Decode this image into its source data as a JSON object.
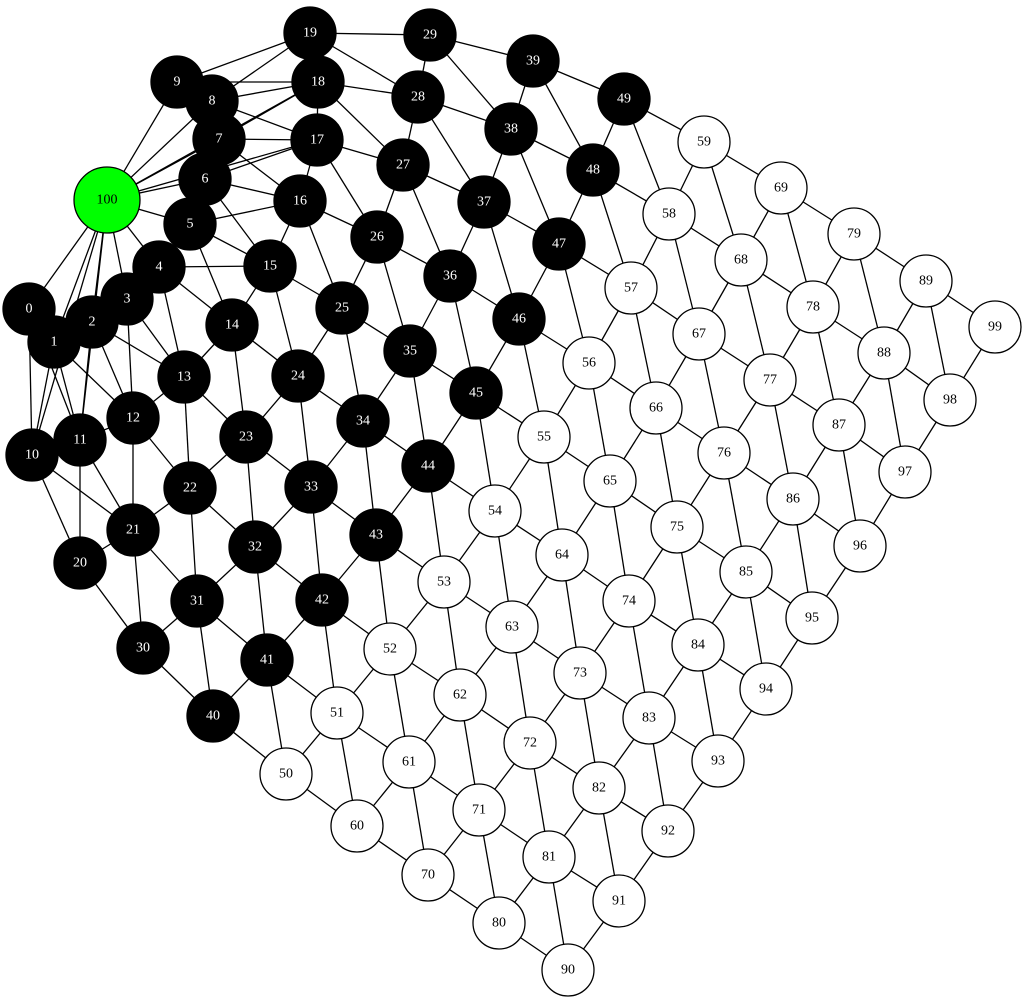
{
  "graph": {
    "colors": {
      "black": "#000000",
      "white": "#ffffff",
      "highlight": "#00ff00"
    },
    "nodes": [
      {
        "id": "0",
        "fill": "black"
      },
      {
        "id": "1",
        "fill": "black"
      },
      {
        "id": "2",
        "fill": "black"
      },
      {
        "id": "3",
        "fill": "black"
      },
      {
        "id": "4",
        "fill": "black"
      },
      {
        "id": "5",
        "fill": "black"
      },
      {
        "id": "6",
        "fill": "black"
      },
      {
        "id": "7",
        "fill": "black"
      },
      {
        "id": "8",
        "fill": "black"
      },
      {
        "id": "9",
        "fill": "black"
      },
      {
        "id": "10",
        "fill": "black"
      },
      {
        "id": "11",
        "fill": "black"
      },
      {
        "id": "12",
        "fill": "black"
      },
      {
        "id": "13",
        "fill": "black"
      },
      {
        "id": "14",
        "fill": "black"
      },
      {
        "id": "15",
        "fill": "black"
      },
      {
        "id": "16",
        "fill": "black"
      },
      {
        "id": "17",
        "fill": "black"
      },
      {
        "id": "18",
        "fill": "black"
      },
      {
        "id": "19",
        "fill": "black"
      },
      {
        "id": "20",
        "fill": "black"
      },
      {
        "id": "21",
        "fill": "black"
      },
      {
        "id": "22",
        "fill": "black"
      },
      {
        "id": "23",
        "fill": "black"
      },
      {
        "id": "24",
        "fill": "black"
      },
      {
        "id": "25",
        "fill": "black"
      },
      {
        "id": "26",
        "fill": "black"
      },
      {
        "id": "27",
        "fill": "black"
      },
      {
        "id": "28",
        "fill": "black"
      },
      {
        "id": "29",
        "fill": "black"
      },
      {
        "id": "30",
        "fill": "black"
      },
      {
        "id": "31",
        "fill": "black"
      },
      {
        "id": "32",
        "fill": "black"
      },
      {
        "id": "33",
        "fill": "black"
      },
      {
        "id": "34",
        "fill": "black"
      },
      {
        "id": "35",
        "fill": "black"
      },
      {
        "id": "36",
        "fill": "black"
      },
      {
        "id": "37",
        "fill": "black"
      },
      {
        "id": "38",
        "fill": "black"
      },
      {
        "id": "39",
        "fill": "black"
      },
      {
        "id": "40",
        "fill": "black"
      },
      {
        "id": "41",
        "fill": "black"
      },
      {
        "id": "42",
        "fill": "black"
      },
      {
        "id": "43",
        "fill": "black"
      },
      {
        "id": "44",
        "fill": "black"
      },
      {
        "id": "45",
        "fill": "black"
      },
      {
        "id": "46",
        "fill": "black"
      },
      {
        "id": "47",
        "fill": "black"
      },
      {
        "id": "48",
        "fill": "black"
      },
      {
        "id": "49",
        "fill": "black"
      },
      {
        "id": "50",
        "fill": "white"
      },
      {
        "id": "51",
        "fill": "white"
      },
      {
        "id": "52",
        "fill": "white"
      },
      {
        "id": "53",
        "fill": "white"
      },
      {
        "id": "54",
        "fill": "white"
      },
      {
        "id": "55",
        "fill": "white"
      },
      {
        "id": "56",
        "fill": "white"
      },
      {
        "id": "57",
        "fill": "white"
      },
      {
        "id": "58",
        "fill": "white"
      },
      {
        "id": "59",
        "fill": "white"
      },
      {
        "id": "60",
        "fill": "white"
      },
      {
        "id": "61",
        "fill": "white"
      },
      {
        "id": "62",
        "fill": "white"
      },
      {
        "id": "63",
        "fill": "white"
      },
      {
        "id": "64",
        "fill": "white"
      },
      {
        "id": "65",
        "fill": "white"
      },
      {
        "id": "66",
        "fill": "white"
      },
      {
        "id": "67",
        "fill": "white"
      },
      {
        "id": "68",
        "fill": "white"
      },
      {
        "id": "69",
        "fill": "white"
      },
      {
        "id": "70",
        "fill": "white"
      },
      {
        "id": "71",
        "fill": "white"
      },
      {
        "id": "72",
        "fill": "white"
      },
      {
        "id": "73",
        "fill": "white"
      },
      {
        "id": "74",
        "fill": "white"
      },
      {
        "id": "75",
        "fill": "white"
      },
      {
        "id": "76",
        "fill": "white"
      },
      {
        "id": "77",
        "fill": "white"
      },
      {
        "id": "78",
        "fill": "white"
      },
      {
        "id": "79",
        "fill": "white"
      },
      {
        "id": "80",
        "fill": "white"
      },
      {
        "id": "81",
        "fill": "white"
      },
      {
        "id": "82",
        "fill": "white"
      },
      {
        "id": "83",
        "fill": "white"
      },
      {
        "id": "84",
        "fill": "white"
      },
      {
        "id": "85",
        "fill": "white"
      },
      {
        "id": "86",
        "fill": "white"
      },
      {
        "id": "87",
        "fill": "white"
      },
      {
        "id": "88",
        "fill": "white"
      },
      {
        "id": "89",
        "fill": "white"
      },
      {
        "id": "90",
        "fill": "white"
      },
      {
        "id": "91",
        "fill": "white"
      },
      {
        "id": "92",
        "fill": "white"
      },
      {
        "id": "93",
        "fill": "white"
      },
      {
        "id": "94",
        "fill": "white"
      },
      {
        "id": "95",
        "fill": "white"
      },
      {
        "id": "96",
        "fill": "white"
      },
      {
        "id": "97",
        "fill": "white"
      },
      {
        "id": "98",
        "fill": "white"
      },
      {
        "id": "99",
        "fill": "white"
      },
      {
        "id": "100",
        "fill": "highlight"
      }
    ]
  }
}
